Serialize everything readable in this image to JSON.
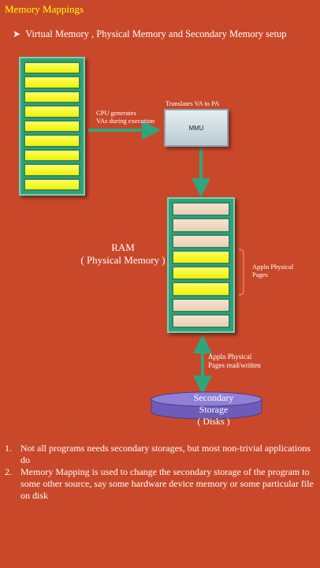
{
  "title": "Memory Mappings",
  "subtitle": "Virtual Memory , Physical Memory and Secondary Memory setup",
  "cpu_label_line1": "CPU generates",
  "cpu_label_line2": "VAs during execution",
  "mmu_caption": "Translates VA to PA",
  "mmu_label": "MMU",
  "ram_label_line1": "RAM",
  "ram_label_line2": "( Physical Memory )",
  "appln_pages_line1": "Appln Physical",
  "appln_pages_line2": "Pages",
  "rw_label_line1": "Appln Physical",
  "rw_label_line2": "Pages read/written",
  "disk_label_line1": "Secondary",
  "disk_label_line2": "Storage",
  "disk_label_line3": "( Disks )",
  "notes": [
    {
      "num": "1.",
      "text": "Not all programs needs secondary storages, but most non-trivial applications do"
    },
    {
      "num": "2.",
      "text": "Memory Mapping is used to change the secondary storage of the program to some other source, say some hardware device memory or some particular file on disk"
    }
  ],
  "colors": {
    "background": "#c9482a",
    "title": "#ffff00",
    "stack_frame": "#35a07c",
    "virtual_page": "#ffff33",
    "free_page": "#f2dcc4",
    "arrow": "#2fa57d",
    "disk": "#7b6bc4"
  },
  "virtual_memory_pages": [
    "yellow",
    "yellow",
    "yellow",
    "yellow",
    "yellow",
    "yellow",
    "yellow",
    "yellow",
    "yellow"
  ],
  "physical_memory_pages": [
    "beige",
    "beige",
    "beige",
    "yellow",
    "yellow",
    "yellow",
    "beige",
    "beige"
  ]
}
